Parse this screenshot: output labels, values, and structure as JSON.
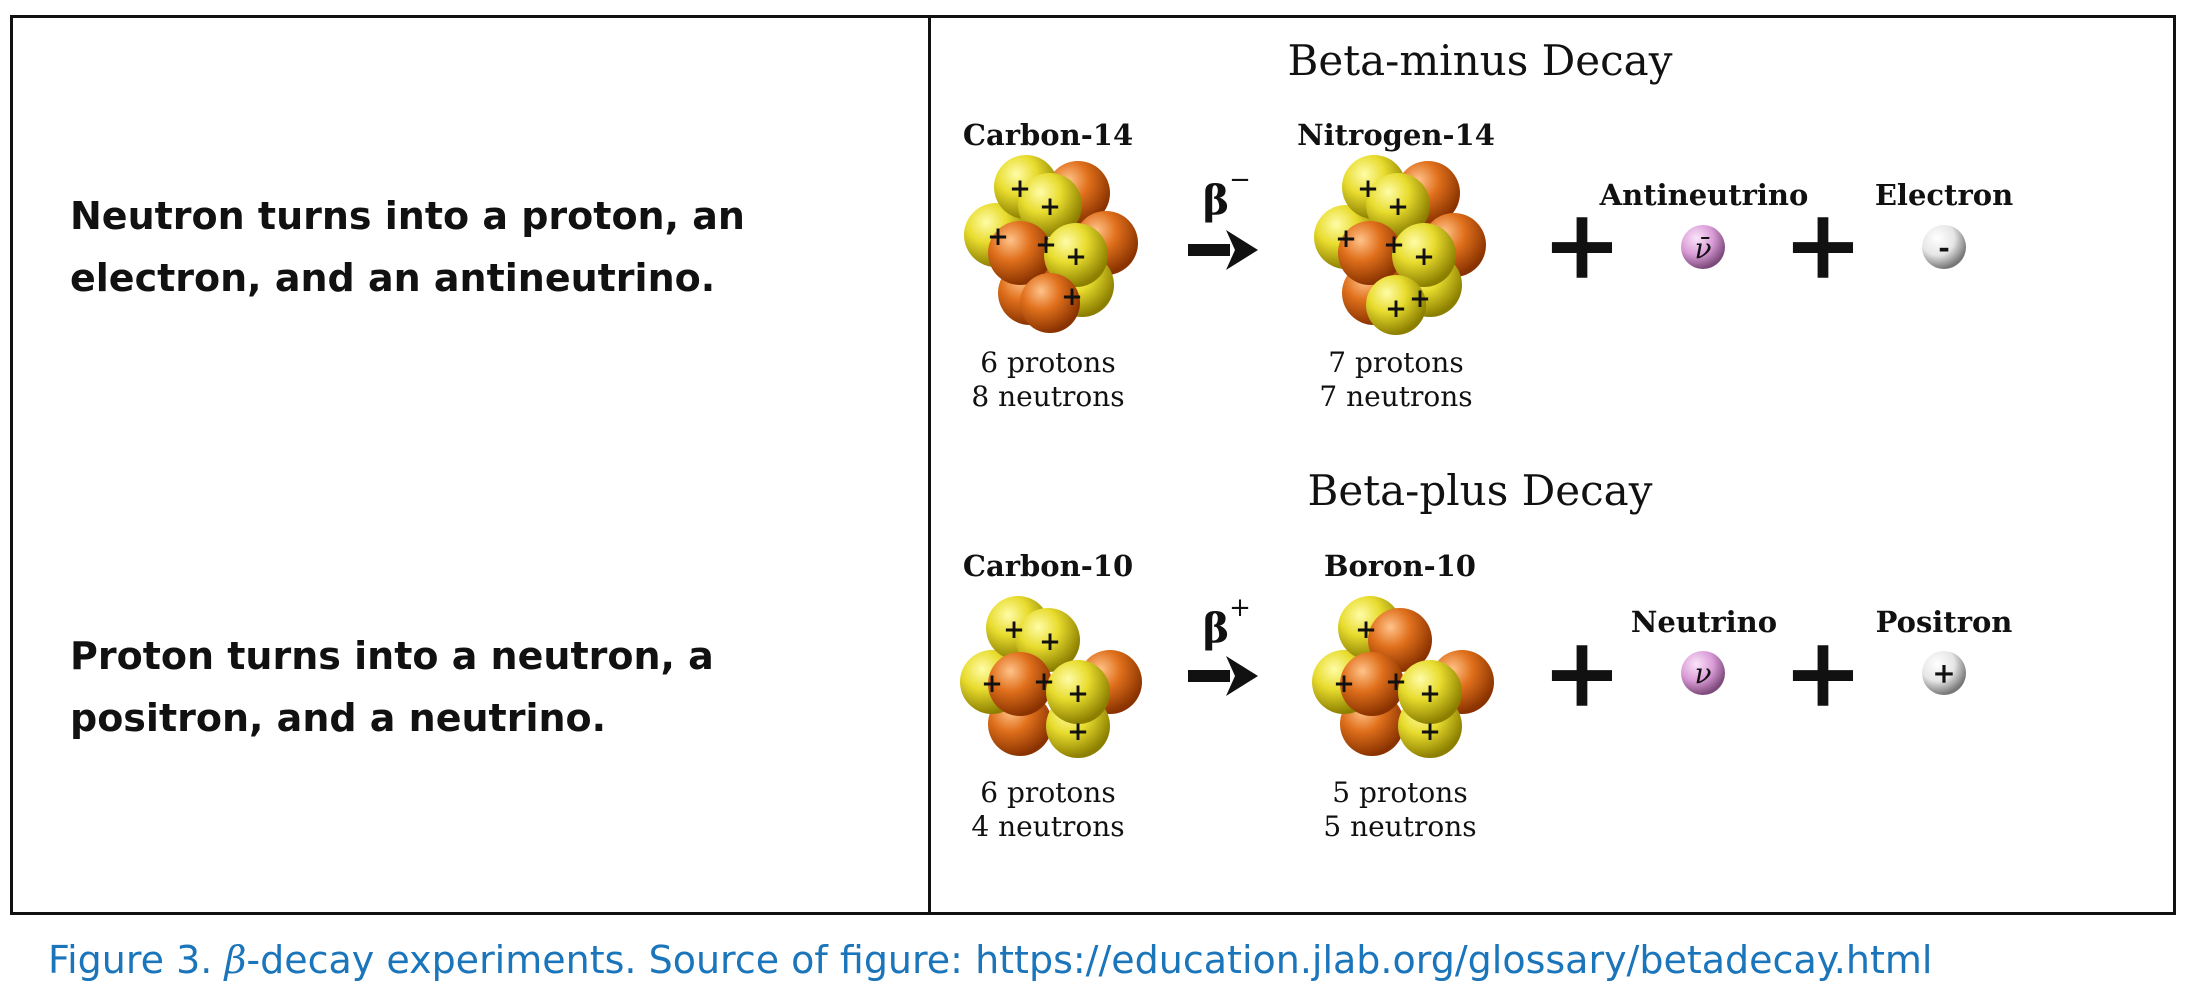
{
  "left": {
    "beta_minus_text": "Neutron turns into a proton, an electron, and an antineutrino.",
    "beta_plus_text": "Proton turns into a neutron, a positron, and a neutrino."
  },
  "beta_minus": {
    "title": "Beta-minus Decay",
    "parent": {
      "name": "Carbon-14",
      "protons": "6 protons",
      "neutrons": "8 neutrons"
    },
    "arrow": {
      "symbol": "β",
      "sign": "−"
    },
    "daughter": {
      "name": "Nitrogen-14",
      "protons": "7 protons",
      "neutrons": "7 neutrons"
    },
    "particle1": {
      "name": "Antineutrino",
      "glyph": "ν̄",
      "color": "#d99bd6"
    },
    "particle2": {
      "name": "Electron",
      "glyph": "-",
      "color": "#e6e6e6"
    },
    "plus": "+"
  },
  "beta_plus": {
    "title": "Beta-plus Decay",
    "parent": {
      "name": "Carbon-10",
      "protons": "6 protons",
      "neutrons": "4 neutrons"
    },
    "arrow": {
      "symbol": "β",
      "sign": "+"
    },
    "daughter": {
      "name": "Boron-10",
      "protons": "5 protons",
      "neutrons": "5 neutrons"
    },
    "particle1": {
      "name": "Neutrino",
      "glyph": "ν",
      "color": "#d99bd6"
    },
    "particle2": {
      "name": "Positron",
      "glyph": "+",
      "color": "#e6e6e6"
    },
    "plus": "+"
  },
  "caption": {
    "prefix": "Figure 3. ",
    "beta": "β",
    "rest": "-decay experiments. Source of figure: https://education.jlab.org/glossary/betadecay.html"
  },
  "colors": {
    "proton": "#e8dc2e",
    "neutron": "#e0701c",
    "caption": "#1b75bb",
    "border": "#111111"
  },
  "icons": {
    "proton": "yellow-sphere-with-plus",
    "neutron": "orange-sphere",
    "arrow": "right-arrow-icon"
  }
}
